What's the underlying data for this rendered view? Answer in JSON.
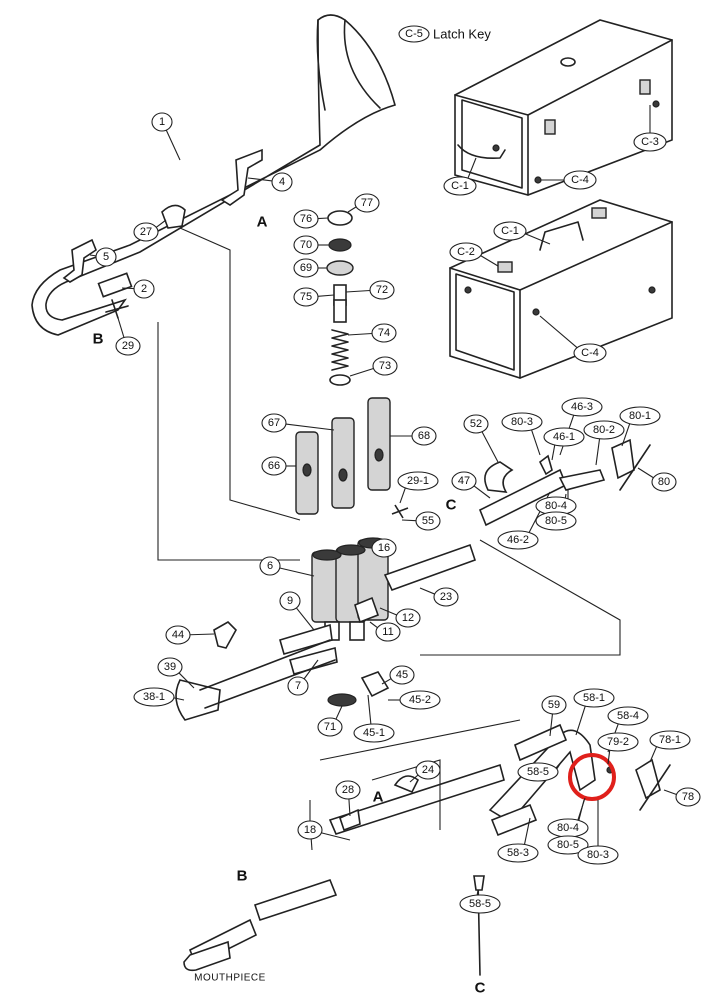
{
  "legend": {
    "code": "C-5",
    "text": "Latch Key"
  },
  "flow_letters": {
    "A": "A",
    "B": "B",
    "C": "C"
  },
  "mouthpiece_label": "MOUTHPIECE",
  "callouts": {
    "c1": "1",
    "c2": "2",
    "c4": "4",
    "c5": "5",
    "c27": "27",
    "c29": "29",
    "c76": "76",
    "c77": "77",
    "c70": "70",
    "c69": "69",
    "c75": "75",
    "c72": "72",
    "c74": "74",
    "c73": "73",
    "c67": "67",
    "c68": "68",
    "c66": "66",
    "c52": "52",
    "c803a": "80-3",
    "c463": "46-3",
    "c461": "46-1",
    "c802": "80-2",
    "c801": "80-1",
    "c80": "80",
    "c47": "47",
    "c291": "29-1",
    "c55": "55",
    "c16": "16",
    "c462": "46-2",
    "c804a": "80-4",
    "c805a": "80-5",
    "c6": "6",
    "c23": "23",
    "c9": "9",
    "c12": "12",
    "c11": "11",
    "c44": "44",
    "c39": "39",
    "c7": "7",
    "c45": "45",
    "c381": "38-1",
    "c452": "45-2",
    "c71": "71",
    "c451": "45-1",
    "c59": "59",
    "c581": "58-1",
    "c584": "58-4",
    "c792": "79-2",
    "c781": "78-1",
    "c585a": "58-5",
    "c78": "78",
    "c24": "24",
    "c28": "28",
    "c18": "18",
    "c804b": "80-4",
    "c805b": "80-5",
    "c803b": "80-3",
    "c583": "58-3",
    "c585b": "58-5",
    "cC3": "C-3",
    "cC1a": "C-1",
    "cC4a": "C-4",
    "cC1b": "C-1",
    "cC2": "C-2",
    "cC4b": "C-4"
  },
  "highlight_color": "#e0201b"
}
